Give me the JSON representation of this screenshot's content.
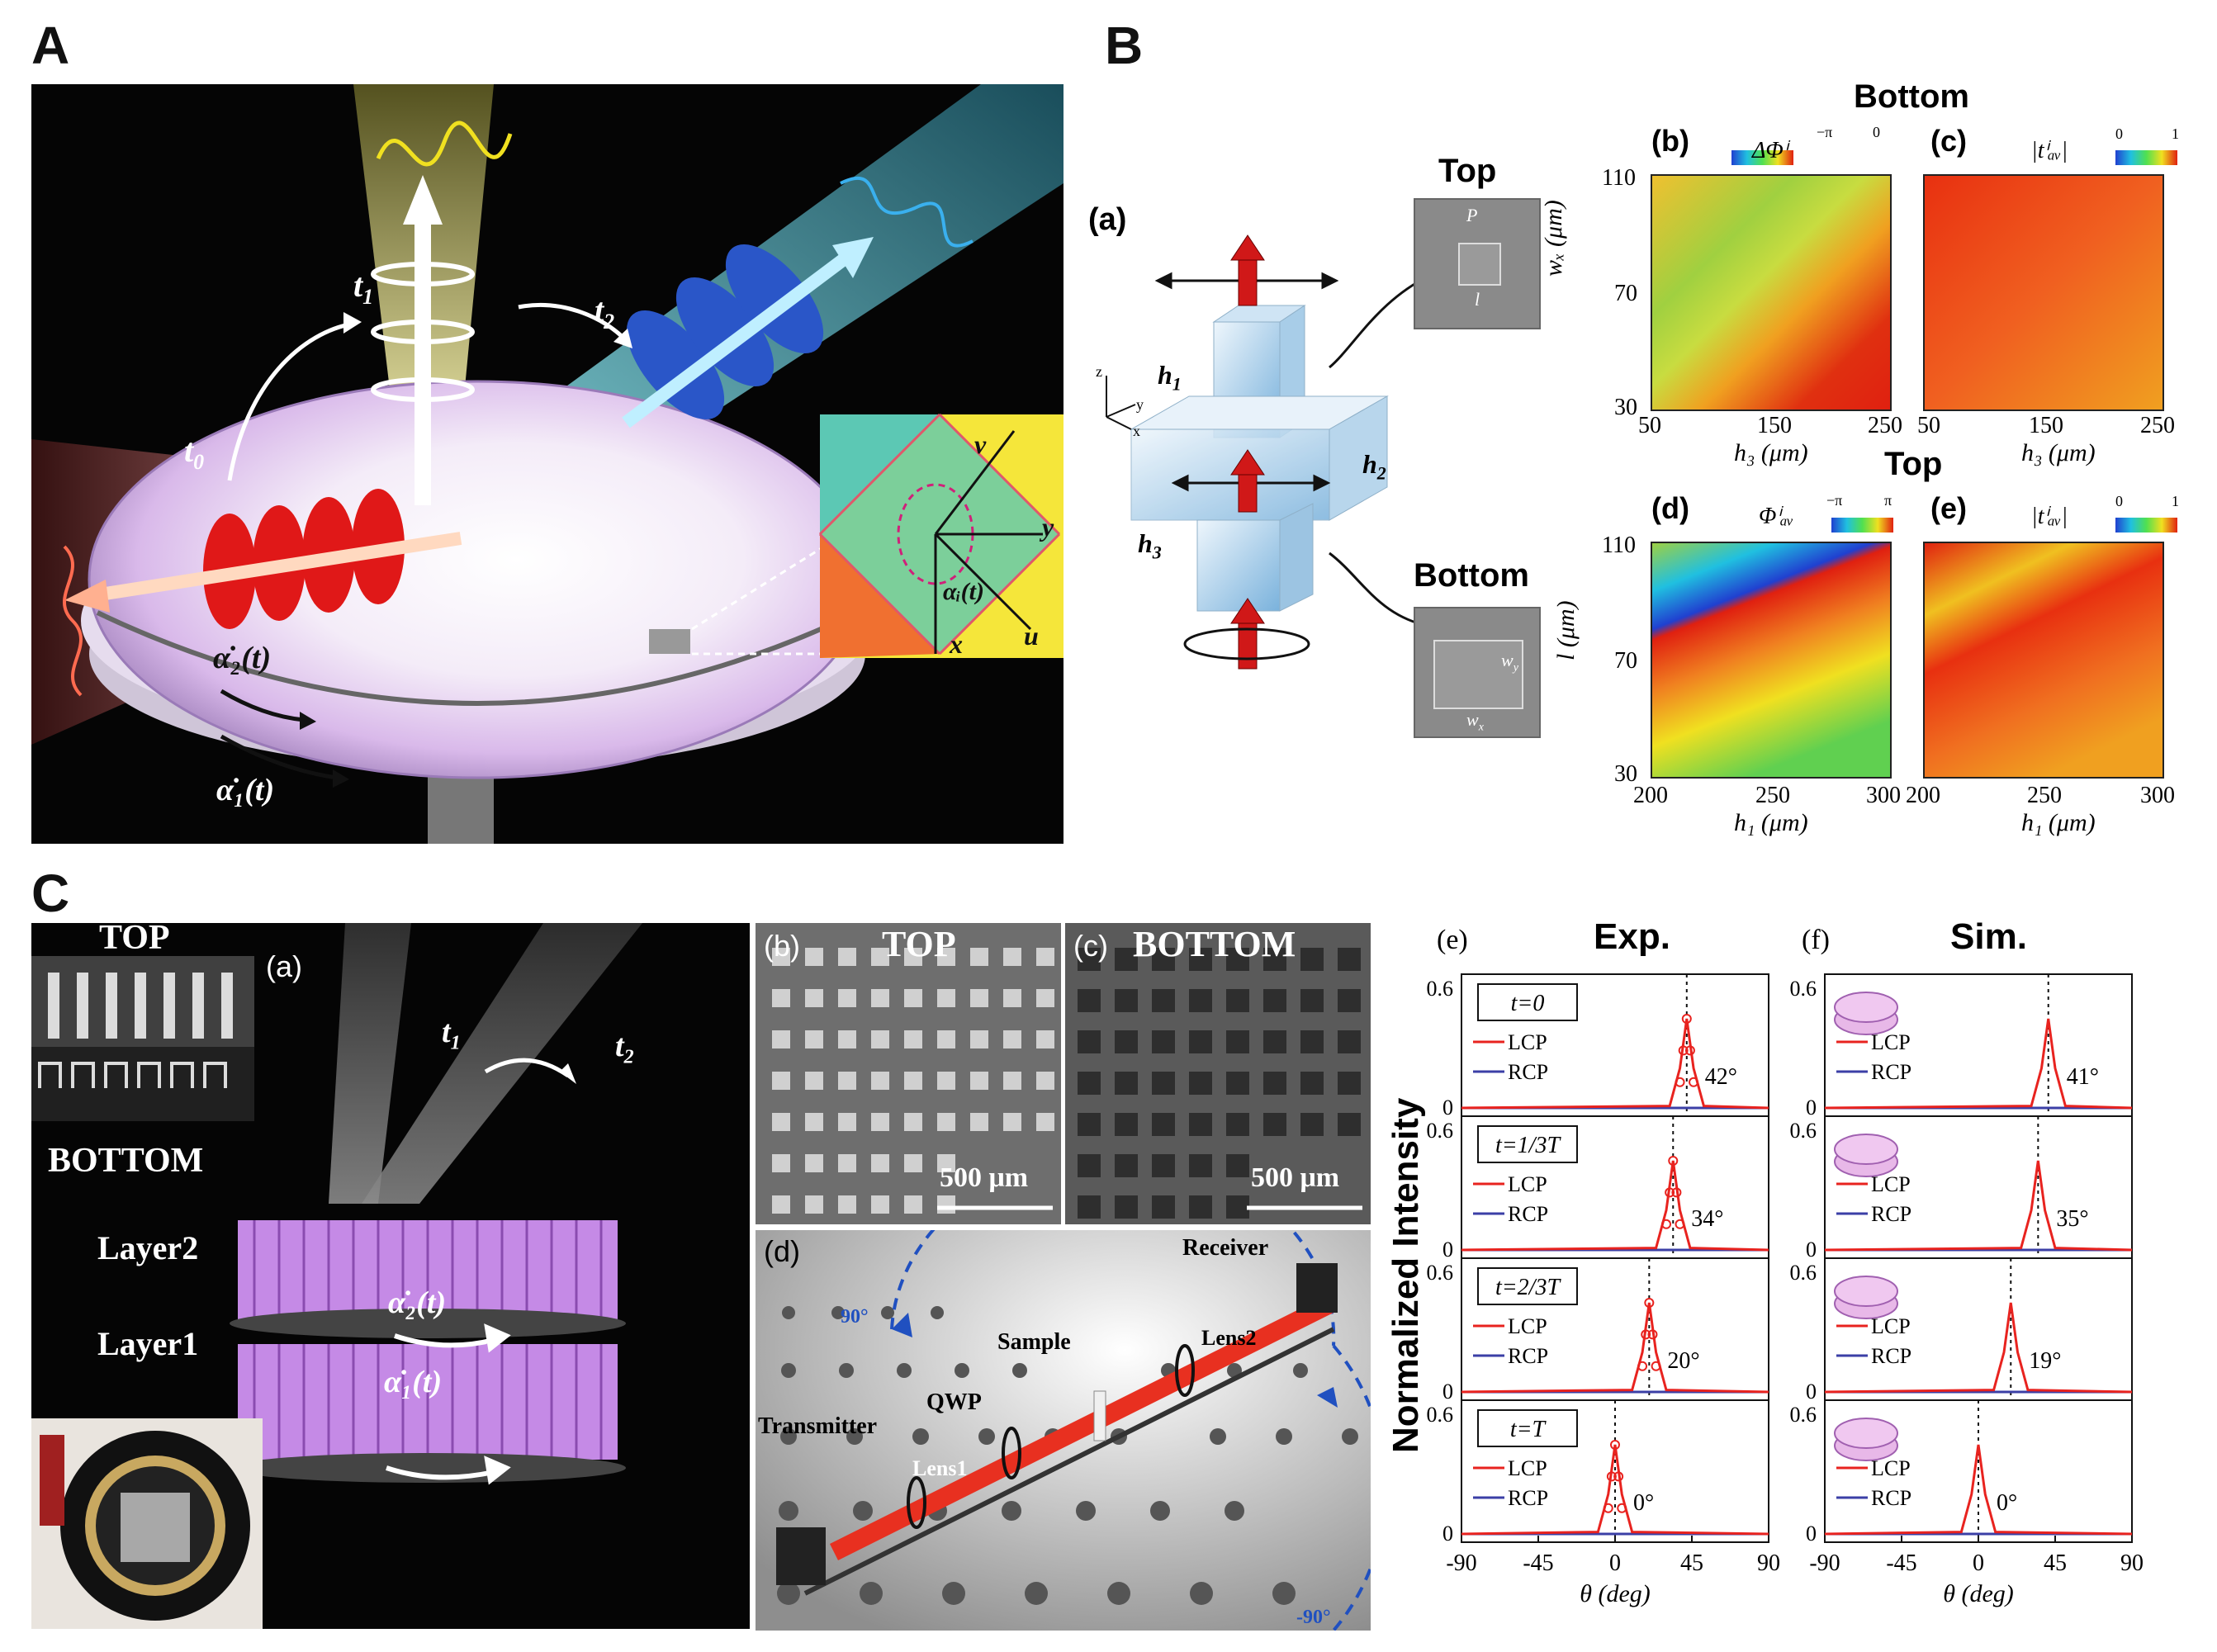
{
  "panel_labels": {
    "a": "A",
    "b": "B",
    "c": "C"
  },
  "panel_a": {
    "t0": "t",
    "t0_sub": "0",
    "t1": "t",
    "t1_sub": "1",
    "t2": "t",
    "t2_sub": "2",
    "alpha2": "α̇₂(t)",
    "alpha1": "α̇₁(t)",
    "inset_v": "v",
    "inset_y": "y",
    "inset_u": "u",
    "inset_x": "x",
    "inset_alpha": "αᵢ(t)"
  },
  "panel_b": {
    "sub_a": "(a)",
    "top_label": "Top",
    "bottom_label": "Bottom",
    "h1": "h",
    "h1_sub": "1",
    "h2": "h",
    "h2_sub": "2",
    "h3": "h",
    "h3_sub": "3",
    "axis_z": "z",
    "axis_y": "y",
    "axis_x": "x",
    "sem_top_p": "P",
    "sem_top_l": "l",
    "sem_bot_wy": "w",
    "sem_bot_wy_sub": "y",
    "sem_bot_wx": "w",
    "sem_bot_wx_sub": "x",
    "bottom_title": "Bottom",
    "top_title": "Top",
    "map_b": {
      "label": "(b)",
      "cbar_title": "ΔΦⁱ",
      "cbar_min": "−π",
      "cbar_max": "0"
    },
    "map_c": {
      "label": "(c)",
      "cbar_title": "|tⁱₐᵥ|",
      "cbar_min": "0",
      "cbar_max": "1"
    },
    "map_d": {
      "label": "(d)",
      "cbar_title": "Φⁱₐᵥ",
      "cbar_min": "−π",
      "cbar_max": "π"
    },
    "map_e": {
      "label": "(e)",
      "cbar_title": "|tⁱₐᵥ|",
      "cbar_min": "0",
      "cbar_max": "1"
    },
    "row1_ylabel": "wₓ (μm)",
    "row1_yticks": [
      "110",
      "70",
      "30"
    ],
    "row1_xticks": [
      "50",
      "150",
      "250"
    ],
    "row1_xlabel": "h₃  (μm)",
    "row2_ylabel": "l (μm)",
    "row2_yticks": [
      "110",
      "70",
      "30"
    ],
    "row2_xticks": [
      "200",
      "250",
      "300"
    ],
    "row2_xlabel": "h₁  (μm)"
  },
  "panel_c": {
    "sub_a": "(a)",
    "top_word": "TOP",
    "bottom_word": "BOTTOM",
    "layer2": "Layer2",
    "layer1": "Layer1",
    "t1": "t",
    "t1_sub": "1",
    "t2": "t",
    "t2_sub": "2",
    "alpha2": "α̇₂(t)",
    "alpha1": "α̇₁(t)",
    "sub_b": "(b)",
    "sem_top": "TOP",
    "scale_b": "500 μm",
    "sub_c": "(c)",
    "sem_bottom": "BOTTOM",
    "scale_c": "500 μm",
    "sub_d": "(d)",
    "receiver": "Receiver",
    "transmitter": "Transmitter",
    "sample": "Sample",
    "qwp": "QWP",
    "lens1": "Lens1",
    "lens2": "Lens2",
    "deg90": "90°",
    "degm90": "-90°"
  },
  "chart_data": [
    {
      "type": "line",
      "label": "(e)",
      "title": "Exp.",
      "xlabel": "θ (deg)",
      "ylabel": "Normalized Intensity",
      "xlim": [
        -90,
        90
      ],
      "xticks": [
        "-90",
        "-45",
        "0",
        "45",
        "90"
      ],
      "ylim": [
        0,
        0.6
      ],
      "yticks": [
        "0",
        "0.6"
      ],
      "legend": [
        "LCP",
        "RCP"
      ],
      "rows": [
        {
          "time": "t=0",
          "peak_deg": 42,
          "annotation": "42°"
        },
        {
          "time": "t=1/3T",
          "peak_deg": 34,
          "annotation": "34°"
        },
        {
          "time": "t=2/3T",
          "peak_deg": 20,
          "annotation": "20°"
        },
        {
          "time": "t=T",
          "peak_deg": 0,
          "annotation": "0°"
        }
      ]
    },
    {
      "type": "line",
      "label": "(f)",
      "title": "Sim.",
      "xlabel": "θ (deg)",
      "xlim": [
        -90,
        90
      ],
      "xticks": [
        "-90",
        "-45",
        "0",
        "45",
        "90"
      ],
      "ylim": [
        0,
        0.6
      ],
      "yticks": [
        "0",
        "0.6"
      ],
      "legend": [
        "LCP",
        "RCP"
      ],
      "rows": [
        {
          "peak_deg": 41,
          "annotation": "41°"
        },
        {
          "peak_deg": 35,
          "annotation": "35°"
        },
        {
          "peak_deg": 19,
          "annotation": "19°"
        },
        {
          "peak_deg": 0,
          "annotation": "0°"
        }
      ]
    }
  ],
  "colors": {
    "lcp": "#e8231f",
    "rcp": "#3b3fa6",
    "purple": "#c58ae6",
    "dark": "#0a0a0a"
  }
}
